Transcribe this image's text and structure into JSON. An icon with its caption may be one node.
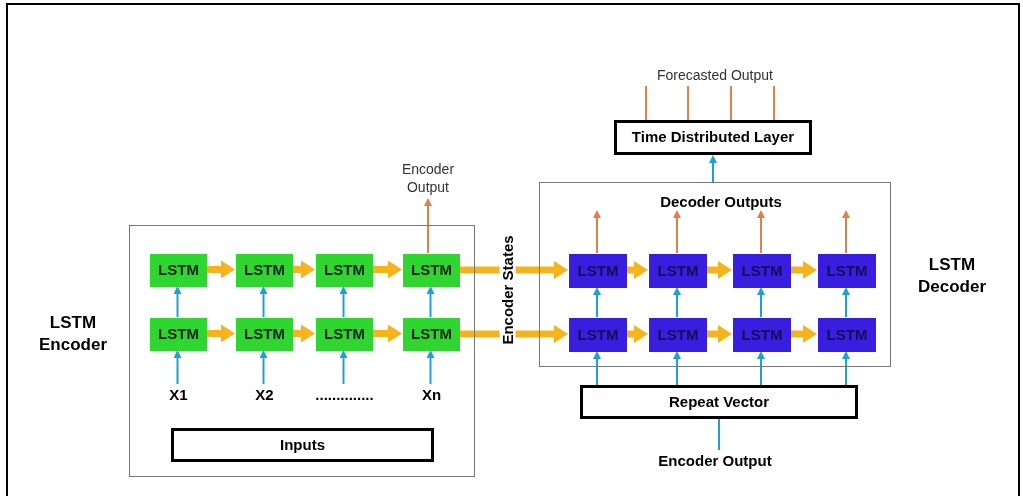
{
  "diagram": {
    "nodes": [
      {
        "text": [],
        "shape": "box",
        "beside": [
          "LSTM Encoder"
        ]
      },
      {
        "text": [
          "LSTM"
        ],
        "in": 0
      },
      {
        "text": [
          "LSTM"
        ],
        "in": 0
      },
      {
        "text": [
          "LSTM"
        ],
        "in": 0
      },
      {
        "text": [
          "LSTM"
        ],
        "in": 0
      },
      {
        "text": [
          "LSTM"
        ],
        "in": 0
      },
      {
        "text": [
          "LSTM"
        ],
        "in": 0
      },
      {
        "text": [
          "LSTM"
        ],
        "in": 0
      },
      {
        "text": [
          "LSTM"
        ],
        "in": 0
      },
      {
        "text": [
          "X1"
        ],
        "in": 0
      },
      {
        "text": [
          "X2"
        ],
        "in": 0
      },
      {
        "text": [
          ".............."
        ],
        "in": 0
      },
      {
        "text": [
          "Xn"
        ],
        "in": 0
      },
      {
        "text": [
          "Inputs"
        ],
        "in": 0
      },
      {
        "text": [
          "Encoder Output"
        ]
      },
      {
        "text": [],
        "shape": "box",
        "beside": [
          "LSTM Decoder"
        ]
      },
      {
        "text": [
          "Decoder Outputs"
        ],
        "in": 15
      },
      {
        "text": [
          "LSTM"
        ],
        "in": 15
      },
      {
        "text": [
          "LSTM"
        ],
        "in": 15
      },
      {
        "text": [
          "LSTM"
        ],
        "in": 15
      },
      {
        "text": [
          "LSTM"
        ],
        "in": 15
      },
      {
        "text": [
          "LSTM"
        ],
        "in": 15
      },
      {
        "text": [
          "LSTM"
        ],
        "in": 15
      },
      {
        "text": [
          "LSTM"
        ],
        "in": 15
      },
      {
        "text": [
          "LSTM"
        ],
        "in": 15
      },
      {
        "text": [
          "Time Distributed Layer"
        ]
      },
      {
        "text": [
          "Forecasted Output"
        ]
      },
      {
        "text": [
          "Repeat Vector"
        ]
      },
      {
        "text": [
          "Encoder Output"
        ]
      }
    ],
    "edges": [
      {
        "from": 1,
        "to": 2,
        "arrow": "to",
        "style": "thick",
        "color": "#f4b41a"
      },
      {
        "from": 2,
        "to": 3,
        "arrow": "to",
        "style": "thick",
        "color": "#f4b41a"
      },
      {
        "from": 3,
        "to": 4,
        "arrow": "to",
        "style": "thick",
        "color": "#f4b41a"
      },
      {
        "from": 5,
        "to": 6,
        "arrow": "to",
        "style": "thick",
        "color": "#f4b41a"
      },
      {
        "from": 6,
        "to": 7,
        "arrow": "to",
        "style": "thick",
        "color": "#f4b41a"
      },
      {
        "from": 7,
        "to": 8,
        "arrow": "to",
        "style": "thick",
        "color": "#f4b41a"
      },
      {
        "from": 5,
        "to": 1,
        "arrow": "to"
      },
      {
        "from": 6,
        "to": 2,
        "arrow": "to"
      },
      {
        "from": 7,
        "to": 3,
        "arrow": "to"
      },
      {
        "from": 8,
        "to": 4,
        "arrow": "to"
      },
      {
        "from": 9,
        "to": 5,
        "arrow": "to"
      },
      {
        "from": 10,
        "to": 6,
        "arrow": "to"
      },
      {
        "from": 11,
        "to": 7,
        "arrow": "to"
      },
      {
        "from": 12,
        "to": 8,
        "arrow": "to"
      },
      {
        "from": 4,
        "to": 14,
        "arrow": "to",
        "color": "#e0804a"
      },
      {
        "from": 4,
        "to": 17,
        "arrow": "to",
        "style": "thick",
        "color": "#f4b41a"
      },
      {
        "from": 8,
        "to": 21,
        "arrow": "to",
        "style": "thick",
        "color": "#f4b41a"
      },
      {
        "from": 17,
        "to": 18,
        "arrow": "to",
        "style": "thick",
        "color": "#f4b41a"
      },
      {
        "from": 18,
        "to": 19,
        "arrow": "to",
        "style": "thick",
        "color": "#f4b41a"
      },
      {
        "from": 19,
        "to": 20,
        "arrow": "to",
        "style": "thick",
        "color": "#f4b41a"
      },
      {
        "from": 21,
        "to": 22,
        "arrow": "to",
        "style": "thick",
        "color": "#f4b41a"
      },
      {
        "from": 22,
        "to": 23,
        "arrow": "to",
        "style": "thick",
        "color": "#f4b41a"
      },
      {
        "from": 23,
        "to": 24,
        "arrow": "to",
        "style": "thick",
        "color": "#f4b41a"
      },
      {
        "from": 21,
        "to": 17,
        "arrow": "to"
      },
      {
        "from": 22,
        "to": 18,
        "arrow": "to"
      },
      {
        "from": 23,
        "to": 19,
        "arrow": "to"
      },
      {
        "from": 24,
        "to": 20,
        "arrow": "to"
      },
      {
        "from": 27,
        "to": 21,
        "arrow": "to"
      },
      {
        "from": 27,
        "to": 22,
        "arrow": "to"
      },
      {
        "from": 27,
        "to": 23,
        "arrow": "to"
      },
      {
        "from": 27,
        "to": 24,
        "arrow": "to"
      },
      {
        "from": 17,
        "to": null,
        "arrow": "to",
        "color": "#e0804a"
      },
      {
        "from": 18,
        "to": 16,
        "arrow": "to",
        "color": "#e0804a"
      },
      {
        "from": 19,
        "to": 16,
        "arrow": "to",
        "color": "#e0804a"
      },
      {
        "from": 20,
        "to": null,
        "arrow": "to",
        "color": "#e0804a"
      },
      {
        "from": 15,
        "to": 25,
        "arrow": "to"
      },
      {
        "from": 25,
        "to": 26,
        "arrow": "none",
        "color": "#e0804a"
      },
      {
        "from": 25,
        "to": 26,
        "arrow": "none",
        "color": "#e0804a"
      },
      {
        "from": 25,
        "to": 26,
        "arrow": "none",
        "color": "#e0804a"
      },
      {
        "from": 25,
        "to": 26,
        "arrow": "none",
        "color": "#e0804a"
      },
      {
        "from": 28,
        "to": 27,
        "arrow": "none"
      }
    ],
    "labels": [
      "Encoder States"
    ]
  }
}
